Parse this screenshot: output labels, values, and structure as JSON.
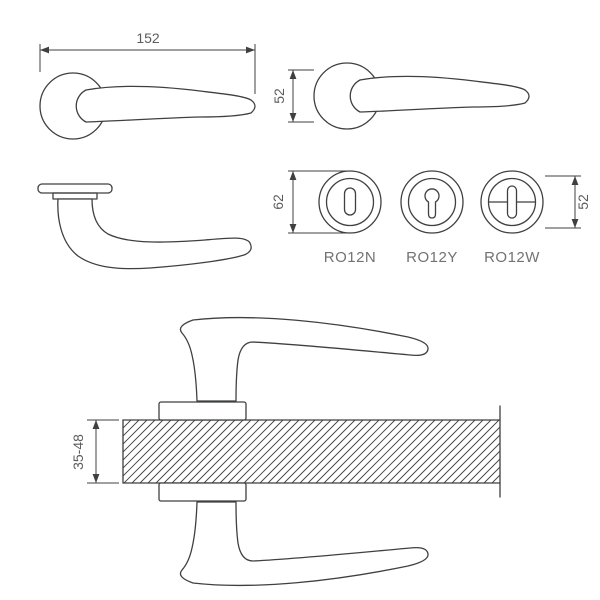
{
  "drawing": {
    "dims": {
      "handle_length": "152",
      "rose_top": "52",
      "escutcheon_left": "62",
      "escutcheon_right": "52",
      "door_thickness": "35-48"
    },
    "models": [
      "RO12N",
      "RO12Y",
      "RO12W"
    ]
  },
  "colors": {
    "line": "#3f4040",
    "dimension_text": "#5b5c5e",
    "model_text": "#717274",
    "background": "#ffffff"
  }
}
